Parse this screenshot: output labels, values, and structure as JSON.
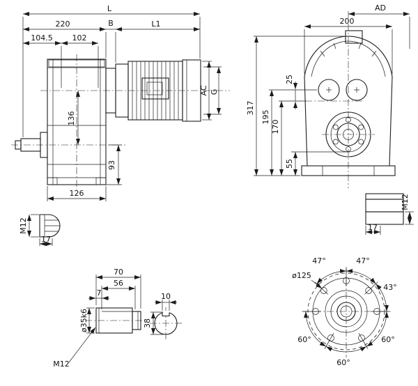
{
  "side_view": {
    "dim_L": "L",
    "dim_220": "220",
    "dim_B": "B",
    "dim_L1": "L1",
    "dim_104_5": "104.5",
    "dim_102": "102",
    "dim_136": "136",
    "dim_93": "93",
    "dim_126": "126",
    "dim_AC": "AC",
    "dim_G": "G"
  },
  "front_view": {
    "dim_AD": "AD",
    "dim_200": "200",
    "dim_317": "317",
    "dim_195": "195",
    "dim_170": "170",
    "dim_25": "25",
    "dim_55": "55"
  },
  "shaft_end_detail": {
    "dim_M12": "M12",
    "dim_17": "17"
  },
  "key_section_detail": {
    "dim_M12": "M12",
    "dim_17": "17"
  },
  "output_shaft_detail": {
    "dim_70": "70",
    "dim_56": "56",
    "dim_7": "7",
    "dim_dia35k6": "ø35k6",
    "dim_M12": "M12",
    "dim_38": "38",
    "dim_10": "10"
  },
  "flange_view": {
    "dim_dia125": "ø125",
    "angle_47_left": "47°",
    "angle_47_right": "47°",
    "angle_43": "43°",
    "angle_60_right": "60°",
    "angle_60_bottom": "60°",
    "angle_60_left": "60°"
  }
}
